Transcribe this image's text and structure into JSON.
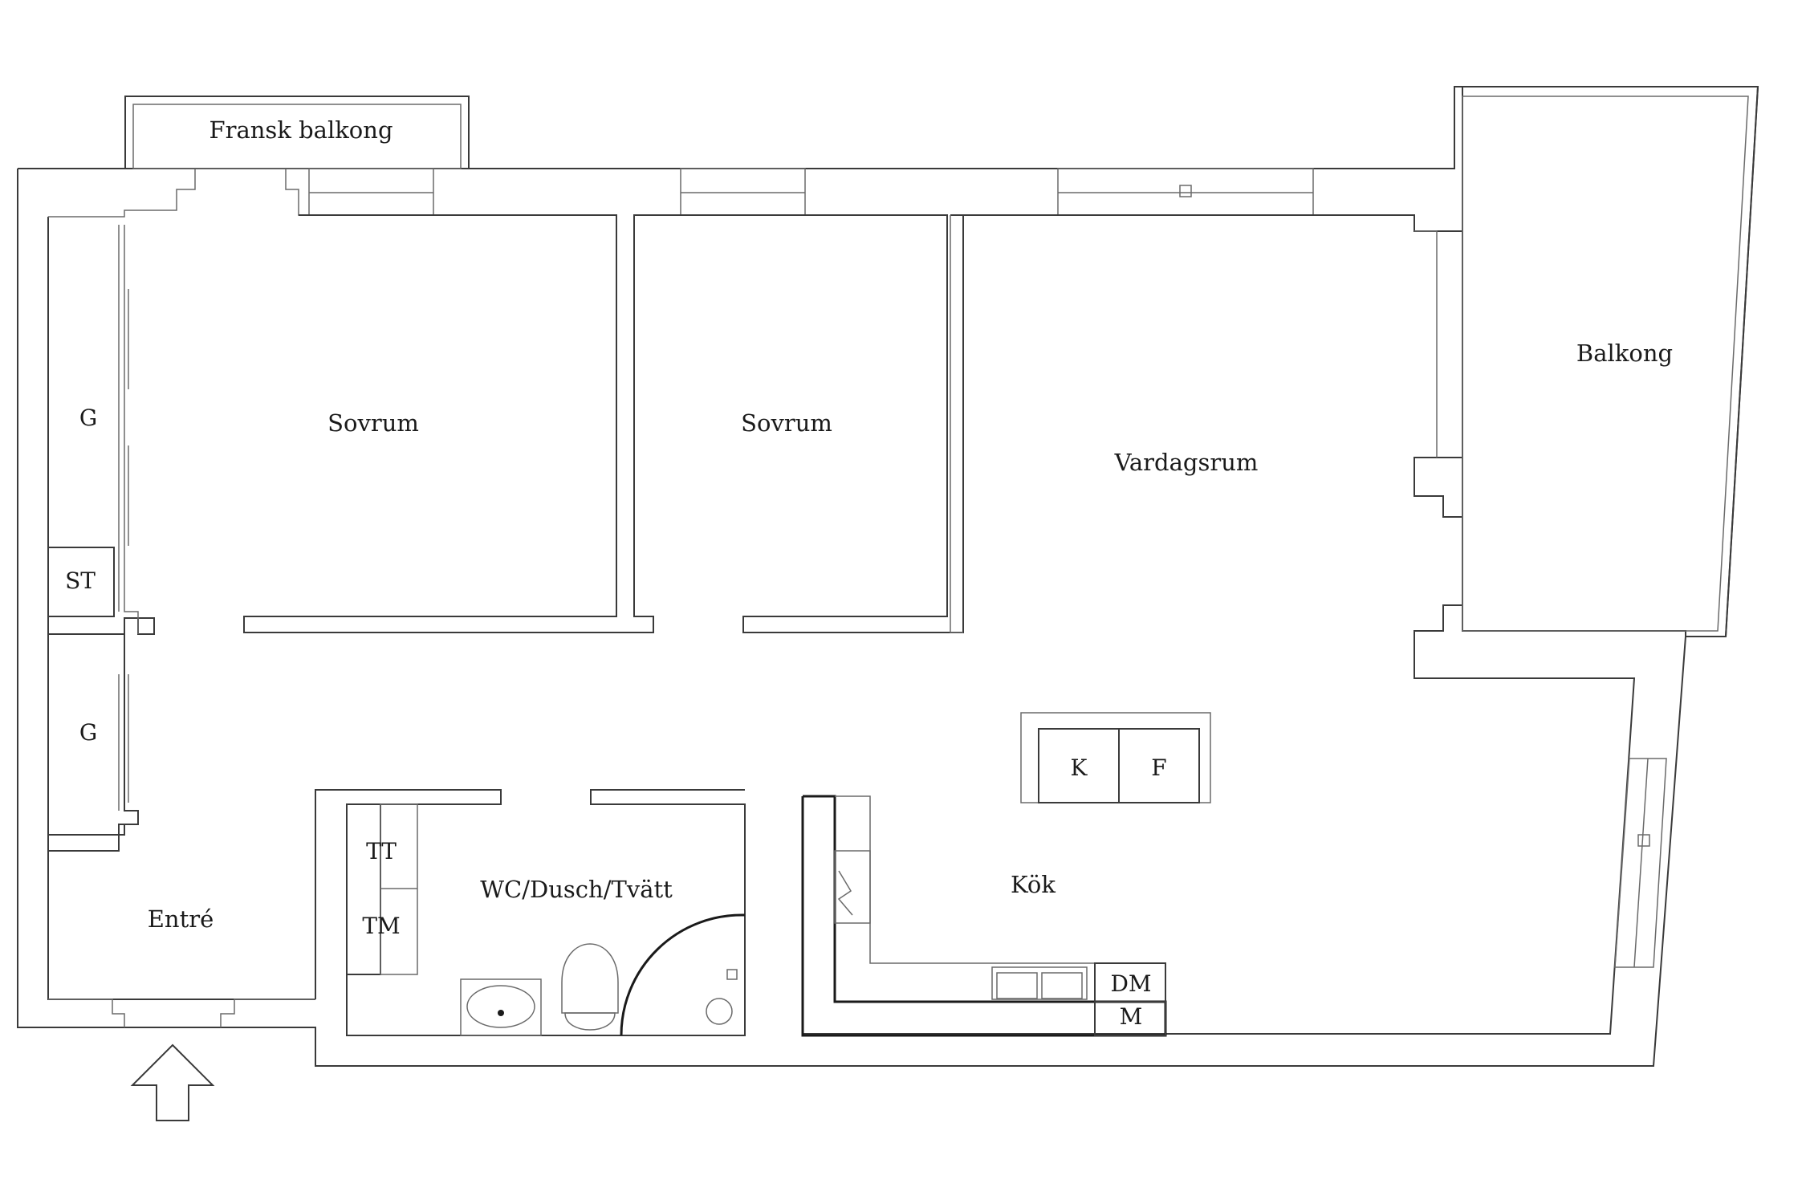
{
  "rooms": {
    "fransk_balkong": "Fransk balkong",
    "sovrum_1": "Sovrum",
    "sovrum_2": "Sovrum",
    "vardagsrum": "Vardagsrum",
    "balkong": "Balkong",
    "entre": "Entré",
    "wc": "WC/Dusch/Tvätt",
    "kok": "Kök"
  },
  "fixtures": {
    "garderob_1": "G",
    "garderob_2": "G",
    "stad": "ST",
    "tt": "TT",
    "tm": "TM",
    "kyl": "K",
    "frys": "F",
    "dm": "DM",
    "m": "M"
  },
  "colors": {
    "wall": "#3a3a3a",
    "text": "#1a1a1a",
    "background": "#ffffff"
  },
  "icons": {
    "entrance": "entrance-arrow-icon"
  }
}
